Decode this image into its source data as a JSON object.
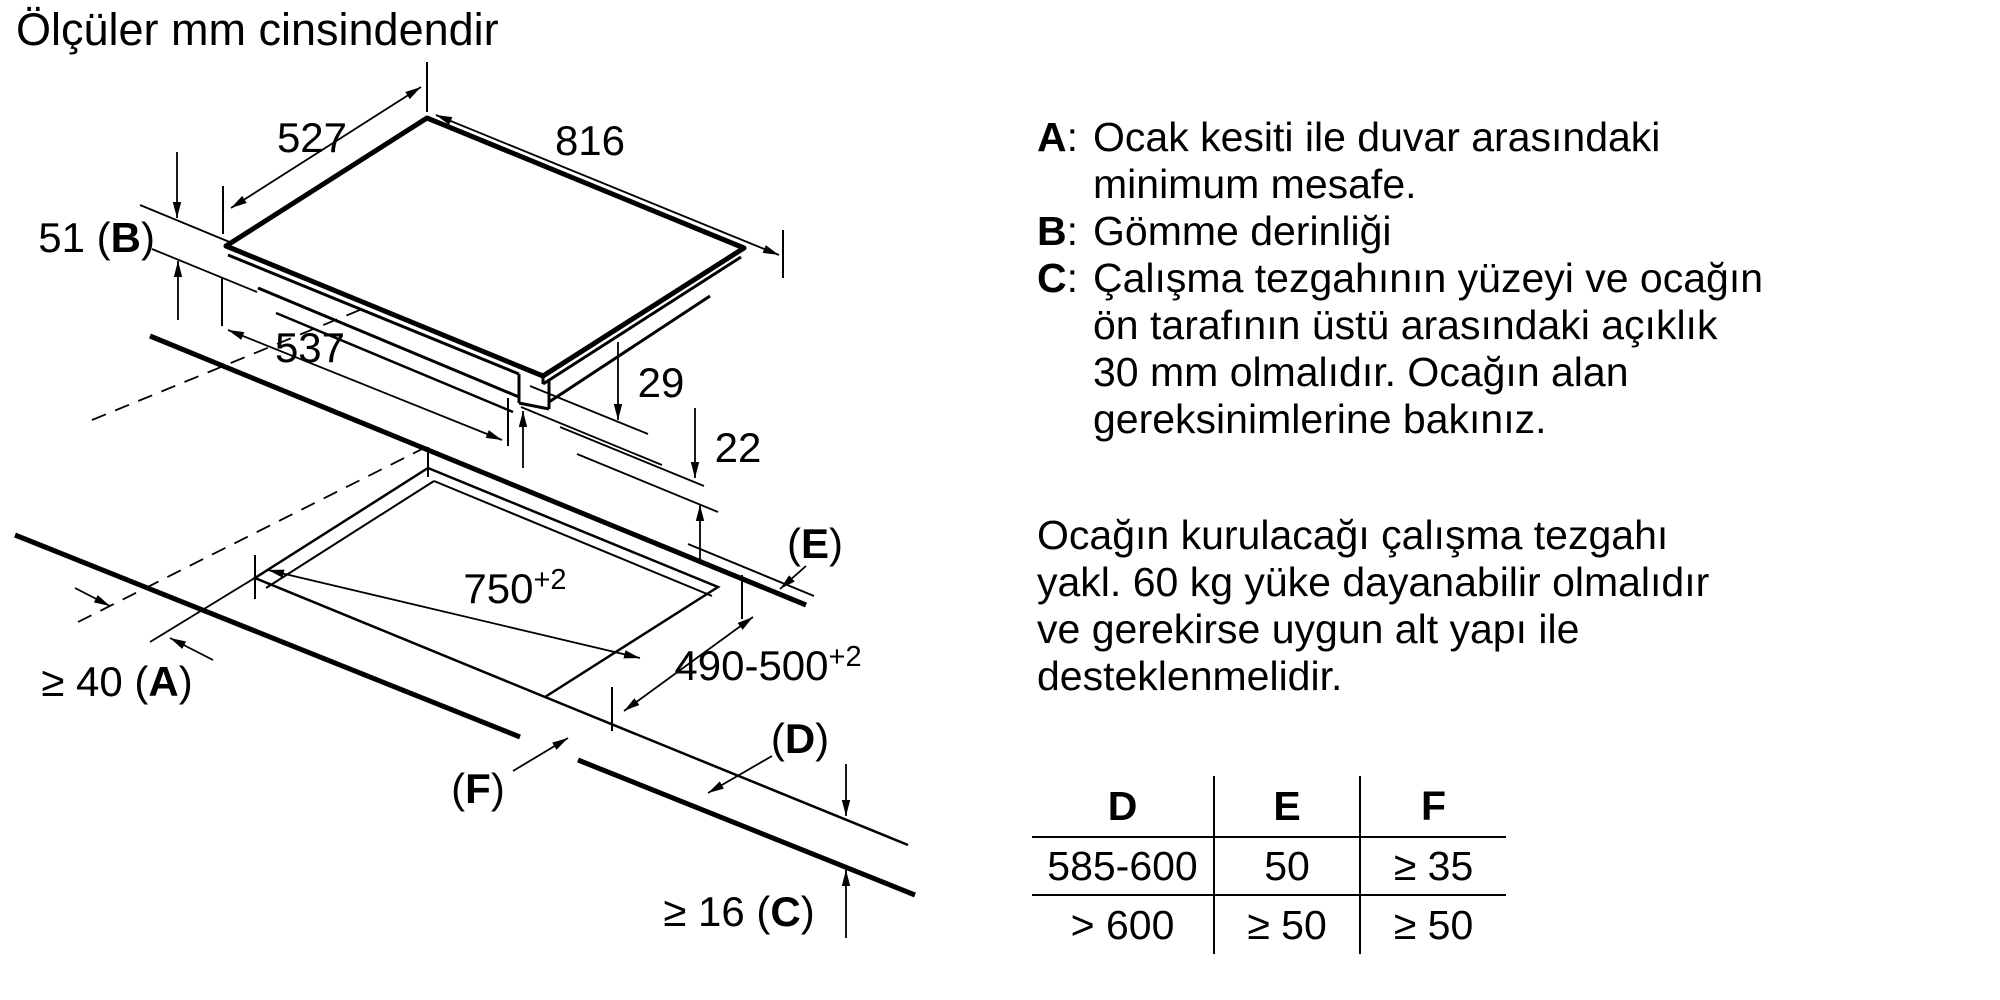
{
  "title": "Ölçüler mm cinsindendir",
  "diagram": {
    "width_top": "527",
    "width_main": "816",
    "depth_label": {
      "pre": "51 (",
      "letter": "B",
      "post": ")"
    },
    "bottom_width": "537",
    "height_upper": "29",
    "height_lower": "22",
    "cutout_width": {
      "base": "750",
      "sup": "+2"
    },
    "cutout_depth": {
      "base": "490-500",
      "sup": "+2"
    },
    "label_e": {
      "pre": "(",
      "letter": "E",
      "post": ")"
    },
    "label_d": {
      "pre": "(",
      "letter": "D",
      "post": ")"
    },
    "label_f": {
      "pre": "(",
      "letter": "F",
      "post": ")"
    },
    "label_a": {
      "pre": "≥ 40 (",
      "letter": "A",
      "post": ")"
    },
    "label_c": {
      "pre": "≥ 16 (",
      "letter": "C",
      "post": ")"
    }
  },
  "legend": {
    "items": [
      {
        "key": "A",
        "sep": ": ",
        "lines": [
          "Ocak kesiti ile duvar arasındaki",
          "minimum mesafe."
        ]
      },
      {
        "key": "B",
        "sep": ": ",
        "lines": [
          "Gömme derinliği"
        ]
      },
      {
        "key": "C",
        "sep": ": ",
        "lines": [
          "Çalışma tezgahının yüzeyi ve ocağın",
          "ön tarafının üstü arasındaki açıklık",
          "30 mm olmalıdır. Ocağın alan",
          "gereksinimlerine bakınız."
        ]
      }
    ]
  },
  "note": {
    "lines": [
      "Ocağın kurulacağı çalışma tezgahı",
      "yakl. 60 kg yüke dayanabilir olmalıdır",
      "ve gerekirse uygun alt yapı ile",
      "desteklenmelidir."
    ]
  },
  "table": {
    "headers": [
      "D",
      "E",
      "F"
    ],
    "rows": [
      [
        "585-600",
        "50",
        "≥ 35"
      ],
      [
        "> 600",
        "≥ 50",
        "≥ 50"
      ]
    ]
  },
  "colors": {
    "ink": "#000000",
    "background": "#ffffff"
  }
}
